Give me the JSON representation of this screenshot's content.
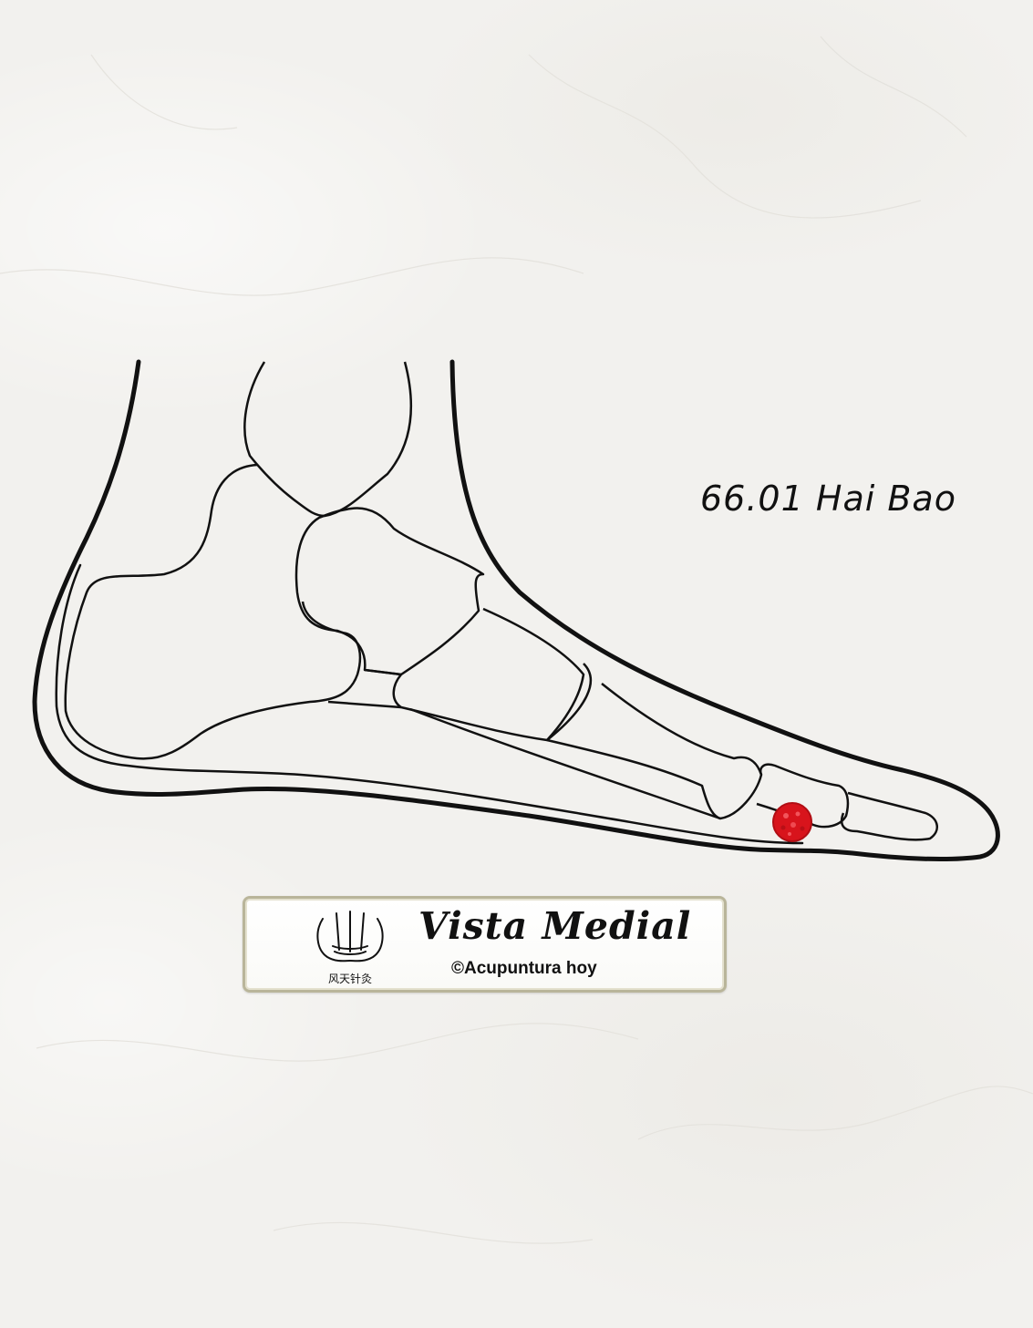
{
  "point": {
    "label": "66.01 Hai Bao",
    "marker_color": "#d8141c"
  },
  "badge": {
    "title": "Vista Medial",
    "credit": "©Acupuntura hoy",
    "logo_icon": "acupuncture-needles-logo",
    "logo_text": "风天针灸"
  },
  "colors": {
    "outline": "#111111",
    "background": "#f2f1ee",
    "badge_border": "#b9b59a"
  }
}
